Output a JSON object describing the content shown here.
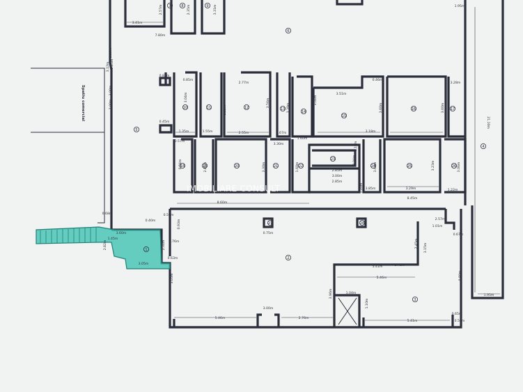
{
  "plan": {
    "side_label": "Spatiu comercial",
    "watermark": "IMOBILIARE CONSULT",
    "dimension_labels": [
      "1.95m",
      "3.41m",
      "7.80m",
      "2.57m",
      "2.35m",
      "3.31m",
      "2.35m",
      "2.20m",
      "3.12m",
      "21.10m",
      "2.00m",
      "3.00m",
      "0.85m",
      "0.83m",
      "3.04m",
      "2.77m",
      "3.56m",
      "2.35m",
      "3.51m",
      "0.46m",
      "3.28m",
      "3.60m",
      "3.60m",
      "3.39m",
      "3.04m",
      "0.45m",
      "1.35m",
      "1.55m",
      "2.55m",
      "0.67m",
      "1.60m",
      "3.18m",
      "0.57m",
      "0.84m",
      "2.05m",
      "3.30m",
      "3.30m",
      "1.60m",
      "3.04m",
      "3.60m",
      "2.85m",
      "3.00m",
      "3.23m",
      "3.06m",
      "2.85m",
      "1.19m",
      "1.20m",
      "3.85m",
      "3.29m",
      "8.45m",
      "1.22m",
      "8.60m",
      "0.68m",
      "0.56m",
      "0.93m",
      "0.40m",
      "3.60m",
      "1.45m",
      "2.34m",
      "2.57m",
      "1.01m",
      "0.67m",
      "2.82m",
      "0.76m",
      "0.63m",
      "3.05m",
      "3.05m",
      "5.41m",
      "5.46m",
      "5.41m",
      "3.15m",
      "0.75m",
      "2.45m",
      "1.04m",
      "3.96m",
      "1.10m",
      "3.00m",
      "0.65m",
      "5.46m",
      "2.76m",
      "0.80m",
      "5.41m",
      "0.50m",
      "1.95m"
    ],
    "room_numbers": [
      "1",
      "2",
      "3",
      "4",
      "5",
      "6",
      "7",
      "8",
      "9",
      "10",
      "11",
      "12",
      "13",
      "14",
      "15",
      "16",
      "17",
      "18",
      "19",
      "20",
      "21",
      "22",
      "23",
      "24",
      "25",
      "26",
      "27",
      "28"
    ],
    "colors": {
      "paper": "#f1f2f2",
      "wall": "#2a2e3a",
      "highlight": "#45c4b4",
      "highlight_edge": "#1e7f74"
    }
  }
}
